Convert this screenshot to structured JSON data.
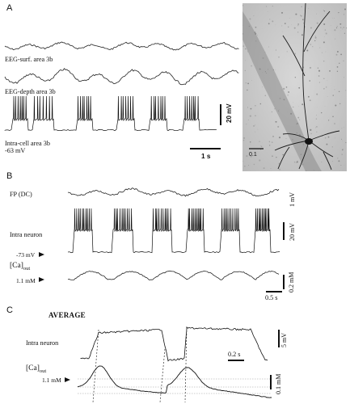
{
  "panel_a": {
    "letter": "A",
    "trace1_label": "EEG-surf. area 3b",
    "trace2_label": "EEG-depth area 3b",
    "trace3_label_line1": "Intra-cell area 3b",
    "trace3_label_line2": "-63 mV",
    "voltage_scale": "20 mV",
    "time_scale": "1 s",
    "image_scale": "0.1"
  },
  "panel_b": {
    "letter": "B",
    "fp_label": "FP (DC)",
    "fp_scale": "1 mV",
    "intra_label": "Intra neuron",
    "intra_scale": "20 mV",
    "resting_potential": "-73 mV",
    "ca_label_main": "[Ca]",
    "ca_label_sub": "out",
    "ca_baseline": "1.1 mM",
    "ca_scale": "0.2 mM",
    "time_scale": "0.5 s"
  },
  "panel_c": {
    "letter": "C",
    "title": "AVERAGE",
    "intra_label": "Intra neuron",
    "intra_scale": "5 mV",
    "time_scale": "0.2 s",
    "ca_label_main": "[Ca]",
    "ca_label_sub": "out",
    "ca_baseline": "1.1 mM",
    "ca_scale": "0.1 mM"
  }
}
